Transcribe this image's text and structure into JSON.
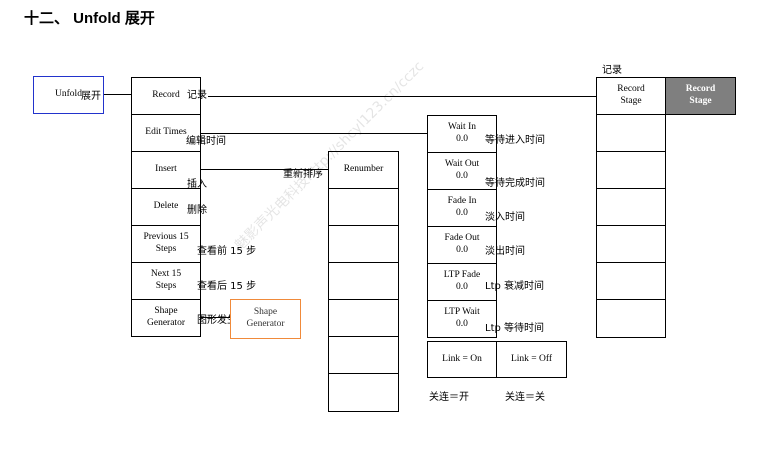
{
  "title": "十二、    Unfold 展开",
  "unfold": "Unfold",
  "unfold_cn": "展开",
  "menu": [
    {
      "label": "Record",
      "cn": "记录"
    },
    {
      "label": "Edit Times",
      "cn": "编辑时间"
    },
    {
      "label": "Insert",
      "cn": "插入"
    },
    {
      "label": "Delete",
      "cn": "删除"
    },
    {
      "label": "Previous 15\nSteps",
      "cn": "查看前 15 步"
    },
    {
      "label": "Next 15\nSteps",
      "cn": "查看后 15 步"
    },
    {
      "label": "Shape\nGenerator",
      "cn": "图形发生器"
    }
  ],
  "shape_generator_box": "Shape\nGenerator",
  "renumber": {
    "label": "Renumber",
    "cn": "重新排序"
  },
  "timing": [
    {
      "label": "Wait In\n0.0",
      "cn": "等待进入时间"
    },
    {
      "label": "Wait Out\n0.0",
      "cn": "等待完成时间"
    },
    {
      "label": "Fade In\n0.0",
      "cn": "淡入时间"
    },
    {
      "label": "Fade Out\n0.0",
      "cn": "淡出时间"
    },
    {
      "label": "LTP Fade\n0.0",
      "cn": "Ltp 衰减时间"
    },
    {
      "label": "LTP Wait\n0.0",
      "cn": "Ltp 等待时间"
    }
  ],
  "link_on": {
    "label": "Link = On",
    "cn": "关连＝开"
  },
  "link_off": {
    "label": "Link = Off",
    "cn": "关连＝关"
  },
  "record_stage_cn": "记录",
  "record_stage": "Record\nStage",
  "record_stage_gray": "Record\nStage",
  "watermark": "魅影声光电科技http://shcyl123.cn/cczc"
}
